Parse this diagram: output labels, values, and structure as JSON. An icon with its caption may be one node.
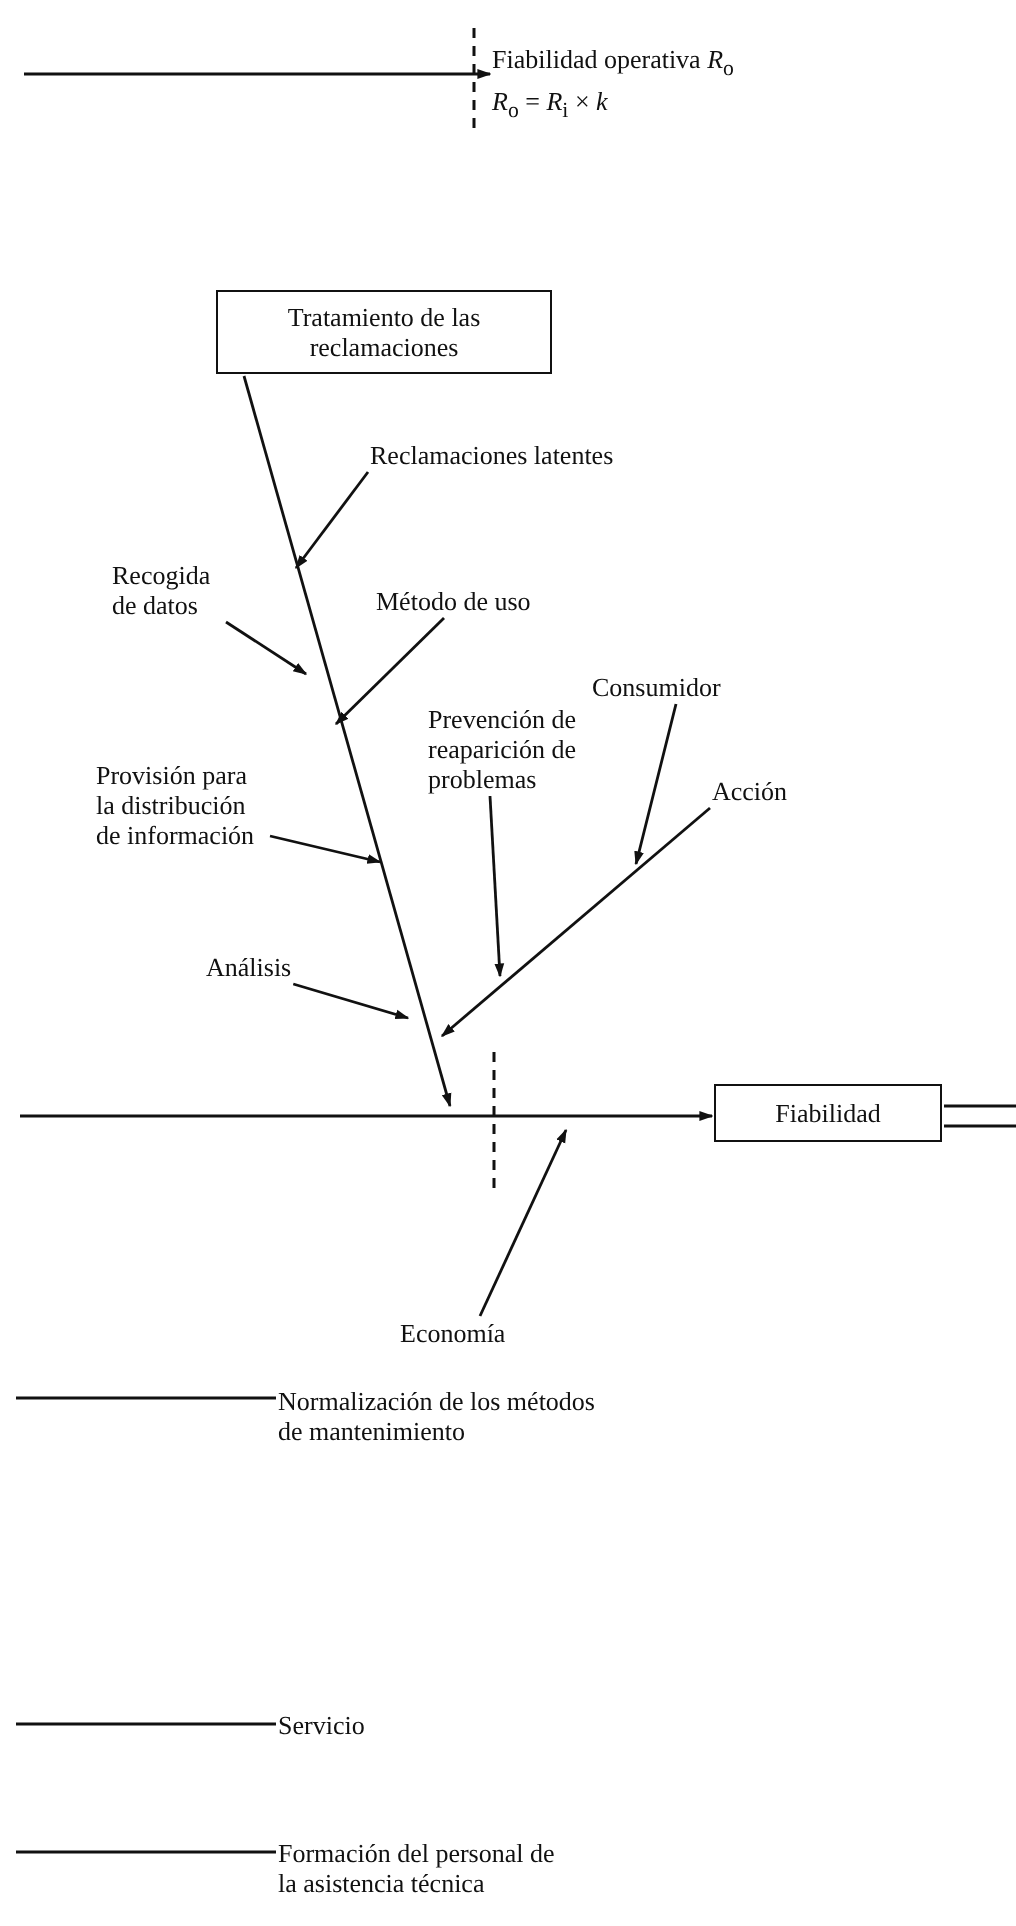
{
  "diagram": {
    "nodes": [
      {
        "text": [
          "Fiabilidad operativa *R*$_{o}$",
          "*R*$_{o}$ = *R*$_{i}$ × *k*"
        ]
      },
      {
        "text": [
          "Tratamiento de las reclamaciones"
        ]
      },
      {
        "text": [
          "Reclamaciones latentes"
        ]
      },
      {
        "text": [
          "Recogida de datos"
        ]
      },
      {
        "text": [
          "Método de uso"
        ]
      },
      {
        "text": [
          "Provisión para la distribución de información"
        ]
      },
      {
        "text": [
          "Prevención de reaparición de problemas"
        ]
      },
      {
        "text": [
          "Consumidor"
        ]
      },
      {
        "text": [
          "Acción"
        ]
      },
      {
        "text": [
          "Análisis"
        ]
      },
      {
        "text": [
          "Fiabilidad"
        ]
      },
      {
        "text": [
          "Economía"
        ]
      },
      {
        "text": [
          "Normalización de los métodos de mantenimiento"
        ]
      },
      {
        "text": [
          "Servicio"
        ]
      },
      {
        "text": [
          "Formación del personal de la asistencia técnica"
        ]
      }
    ],
    "edges": [
      {
        "from": null,
        "to": 0,
        "arrow": "to"
      },
      {
        "from": 1,
        "to": null,
        "arrow": "to"
      },
      {
        "from": 2,
        "to": null,
        "arrow": "to"
      },
      {
        "from": 3,
        "to": null,
        "arrow": "to"
      },
      {
        "from": 4,
        "to": null,
        "arrow": "to"
      },
      {
        "from": 5,
        "to": null,
        "arrow": "to"
      },
      {
        "from": 6,
        "to": null,
        "arrow": "to"
      },
      {
        "from": 7,
        "to": null,
        "arrow": "to"
      },
      {
        "from": 8,
        "to": null,
        "arrow": "to"
      },
      {
        "from": 9,
        "to": null,
        "arrow": "to"
      },
      {
        "from": null,
        "to": 10,
        "arrow": "to"
      },
      {
        "from": 11,
        "to": null,
        "arrow": "to"
      },
      {
        "from": null,
        "to": 12,
        "arrow": "none"
      },
      {
        "from": null,
        "to": 13,
        "arrow": "none"
      },
      {
        "from": null,
        "to": 14,
        "arrow": "none"
      },
      {
        "from": 10,
        "to": null,
        "arrow": "none"
      }
    ]
  }
}
